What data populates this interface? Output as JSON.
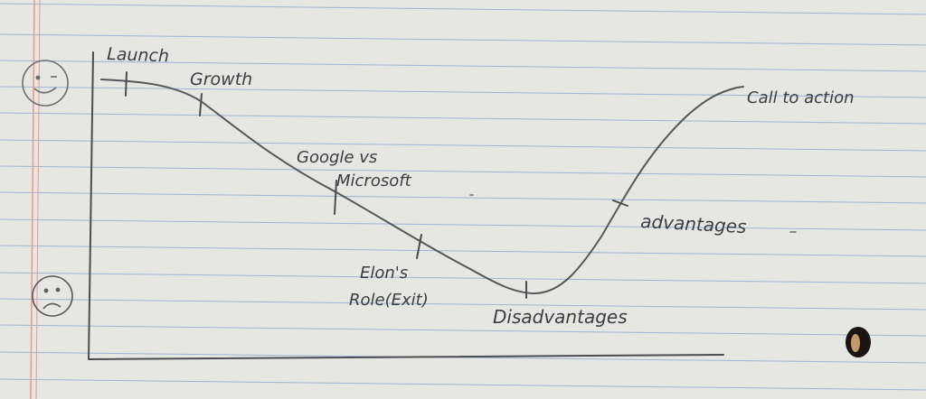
{
  "paper": {
    "background": "#e6e7e3",
    "rule_color": "#9fb3cf",
    "margin_color": "#e79a8e",
    "pencil_color": "#5a5c60"
  },
  "faces": {
    "happy_icon": "smiley-face",
    "sad_icon": "sad-face"
  },
  "journey": {
    "labels": [
      "Launch",
      "Growth",
      "Google vs Microsoft",
      "Elon's Role(Exit)",
      "Disadvantages",
      "advantages",
      "Call to action"
    ]
  }
}
